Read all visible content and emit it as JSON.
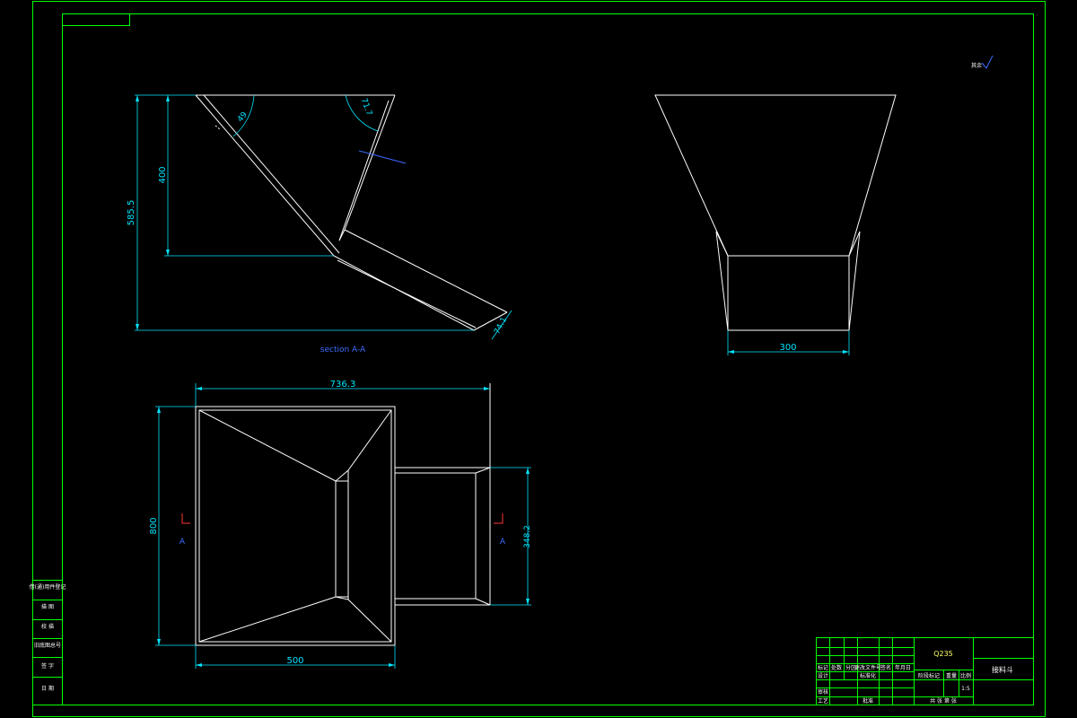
{
  "colors": {
    "background": "#000000",
    "frame": "#00ff00",
    "geometry": "#ffffff",
    "dimension": "#00e5ff",
    "label": "#3d6bff",
    "titleblock_text": "#ffffff",
    "material_text": "#ffff66"
  },
  "views": {
    "section": {
      "label": "section A-A",
      "dim_height_total": "585.5",
      "dim_height_hopper": "400",
      "angle_left": "49",
      "angle_right": "71.7",
      "dim_chute_end": "74.1"
    },
    "front": {
      "dim_bottom_width": "300"
    },
    "top": {
      "dim_overall_width": "736.3",
      "dim_depth": "800",
      "dim_bottom_width": "500",
      "dim_chute_width": "348.2",
      "cut_marker_left": "A",
      "cut_marker_right": "A"
    }
  },
  "annotation": {
    "roughness": "其余"
  },
  "side_table": {
    "rows": [
      "借(通)用件登记",
      "描 图",
      "校 描",
      "旧底图总号",
      "签 字",
      "日 期"
    ]
  },
  "title_block": {
    "material": "Q235",
    "part_name": "接料斗",
    "headers": [
      "标记",
      "处数",
      "分区",
      "更改文件号",
      "签名",
      "年月日"
    ],
    "row_labels": [
      "设计",
      "标准化"
    ],
    "review_labels": [
      "审核",
      "工艺"
    ],
    "approve_label": "批准",
    "stage_label": "阶段标记",
    "weight_label": "重量",
    "scale_label": "比例",
    "scale_value": "1:5",
    "sheet_label": "共 张 第 张"
  }
}
